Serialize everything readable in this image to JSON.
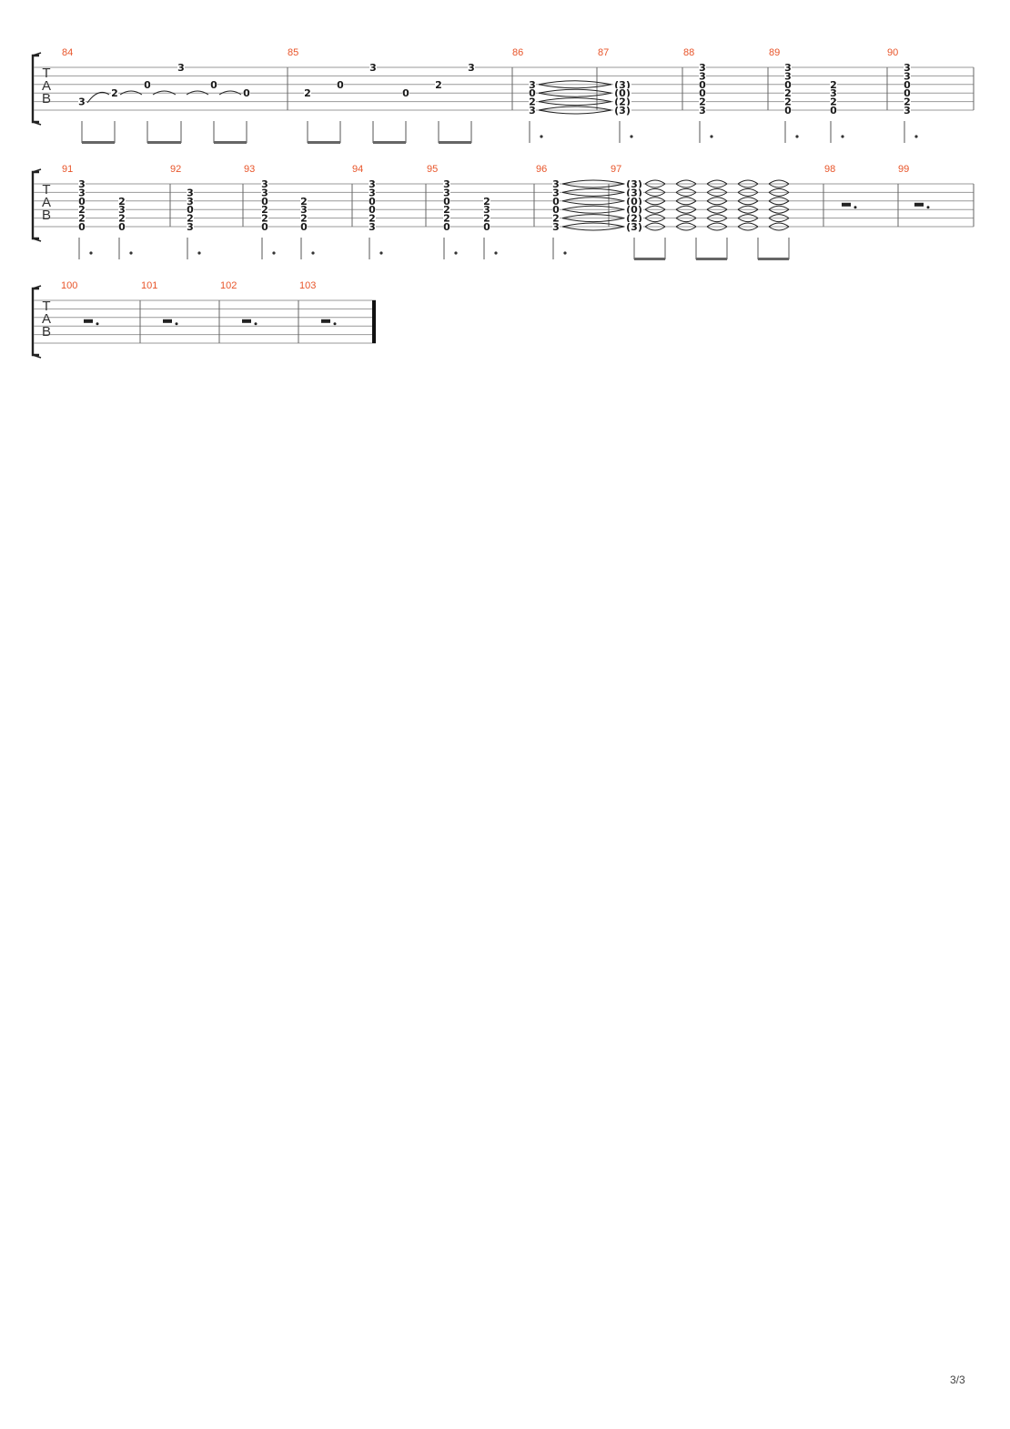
{
  "document": {
    "page_indicator": "3/3",
    "tab_clef": [
      "T",
      "A",
      "B"
    ],
    "colors": {
      "measure_number": "#e8552a",
      "staff_line": "#999999",
      "fret": "#1a1a1a"
    }
  },
  "systems": [
    {
      "id": "system-1",
      "measures": [
        {
          "number": "84",
          "notes": [
            {
              "s": 5,
              "f": "3"
            },
            {
              "s": 4,
              "f": "2"
            },
            {
              "s": 3,
              "f": "0"
            },
            {
              "s": 1,
              "f": "3"
            },
            {
              "s": 3,
              "f": "0"
            },
            {
              "s": 4,
              "f": "0"
            }
          ]
        },
        {
          "number": "85",
          "notes": [
            {
              "s": 4,
              "f": "2"
            },
            {
              "s": 3,
              "f": "0"
            },
            {
              "s": 1,
              "f": "3"
            },
            {
              "s": 4,
              "f": "0"
            },
            {
              "s": 3,
              "f": "2"
            },
            {
              "s": 1,
              "f": "3"
            }
          ]
        },
        {
          "number": "86",
          "chords": [
            [
              "3",
              "0",
              "2",
              "3"
            ]
          ]
        },
        {
          "number": "87",
          "chords": [
            [
              "(3)",
              "(0)",
              "(2)",
              "(3)"
            ]
          ]
        },
        {
          "number": "88",
          "chords": [
            [
              "3",
              "3",
              "0",
              "0",
              "2",
              "3"
            ]
          ]
        },
        {
          "number": "89",
          "chords": [
            [
              "3",
              "3",
              "0",
              "2",
              "2",
              "0"
            ],
            [
              "2",
              "3",
              "2",
              "0"
            ]
          ]
        },
        {
          "number": "90",
          "chords": [
            [
              "3",
              "3",
              "0",
              "0",
              "2",
              "3"
            ]
          ]
        }
      ]
    },
    {
      "id": "system-2",
      "measures": [
        {
          "number": "91",
          "chords": [
            [
              "3",
              "3",
              "0",
              "2",
              "2",
              "0"
            ],
            [
              "2",
              "3",
              "2",
              "0"
            ]
          ]
        },
        {
          "number": "92",
          "chords": [
            [
              "3",
              "3",
              "0",
              "2",
              "3"
            ]
          ]
        },
        {
          "number": "93",
          "chords": [
            [
              "3",
              "3",
              "0",
              "2",
              "2",
              "0"
            ],
            [
              "2",
              "3",
              "2",
              "0"
            ]
          ]
        },
        {
          "number": "94",
          "chords": [
            [
              "3",
              "3",
              "0",
              "0",
              "2",
              "3"
            ]
          ]
        },
        {
          "number": "95",
          "chords": [
            [
              "3",
              "3",
              "0",
              "2",
              "2",
              "0"
            ],
            [
              "2",
              "3",
              "2",
              "0"
            ]
          ]
        },
        {
          "number": "96",
          "chords": [
            [
              "3",
              "3",
              "0",
              "0",
              "2",
              "3"
            ]
          ]
        },
        {
          "number": "97",
          "chords": [
            [
              "(3)",
              "(3)",
              "(0)",
              "(0)",
              "(2)",
              "(3)"
            ]
          ]
        },
        {
          "number": "98",
          "rest": true
        },
        {
          "number": "99",
          "rest": true
        }
      ]
    },
    {
      "id": "system-3",
      "measures": [
        {
          "number": "100",
          "rest": true
        },
        {
          "number": "101",
          "rest": true
        },
        {
          "number": "102",
          "rest": true
        },
        {
          "number": "103",
          "rest": true
        }
      ]
    }
  ]
}
